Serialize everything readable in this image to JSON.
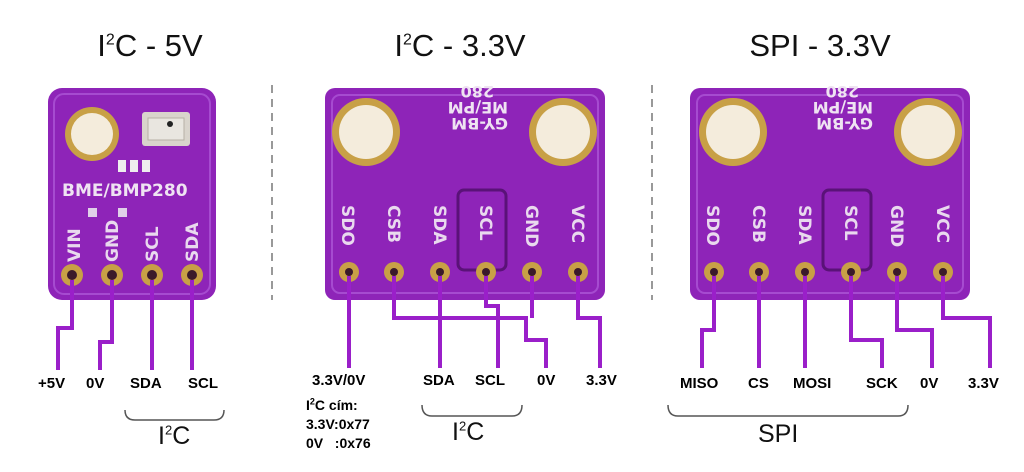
{
  "panels": [
    {
      "title": {
        "pre": "I",
        "sup": "2",
        "post": "C - 5V"
      },
      "board_text": "BME/BMP280",
      "pins": [
        "VIN",
        "GND",
        "SCL",
        "SDA"
      ],
      "wire_labels": [
        "+5V",
        "0V",
        "SDA",
        "SCL"
      ],
      "group": {
        "pre": "I",
        "sup": "2",
        "post": "C"
      }
    },
    {
      "title": {
        "pre": "I",
        "sup": "2",
        "post": "C - 3.3V"
      },
      "board_text_1": "GY-BM",
      "board_text_2": "ME/PM",
      "board_text_3": "280",
      "pins": [
        "SDO",
        "CSB",
        "SDA",
        "SCL",
        "GND",
        "VCC"
      ],
      "wire_labels": [
        "3.3V/0V",
        "SDA",
        "SCL",
        "0V",
        "3.3V"
      ],
      "address_note": {
        "line1": {
          "pre": "I",
          "sup": "2",
          "post": "C cím:"
        },
        "line2": "3.3V:0x77",
        "line3": "0V   :0x76"
      },
      "group": {
        "pre": "I",
        "sup": "2",
        "post": "C"
      }
    },
    {
      "title": {
        "pre": "SPI - 3.3V"
      },
      "board_text_1": "GY-BM",
      "board_text_2": "ME/PM",
      "board_text_3": "280",
      "pins": [
        "SDO",
        "CSB",
        "SDA",
        "SCL",
        "GND",
        "VCC"
      ],
      "wire_labels": [
        "MISO",
        "CS",
        "MOSI",
        "SCK",
        "0V",
        "3.3V"
      ],
      "group": {
        "pre": "SPI"
      }
    }
  ],
  "colors": {
    "board": "#8e24b8",
    "board_dark": "#6f1a93",
    "wire": "#9a1fc9",
    "pad": "#c8a046",
    "divider": "#999999"
  }
}
